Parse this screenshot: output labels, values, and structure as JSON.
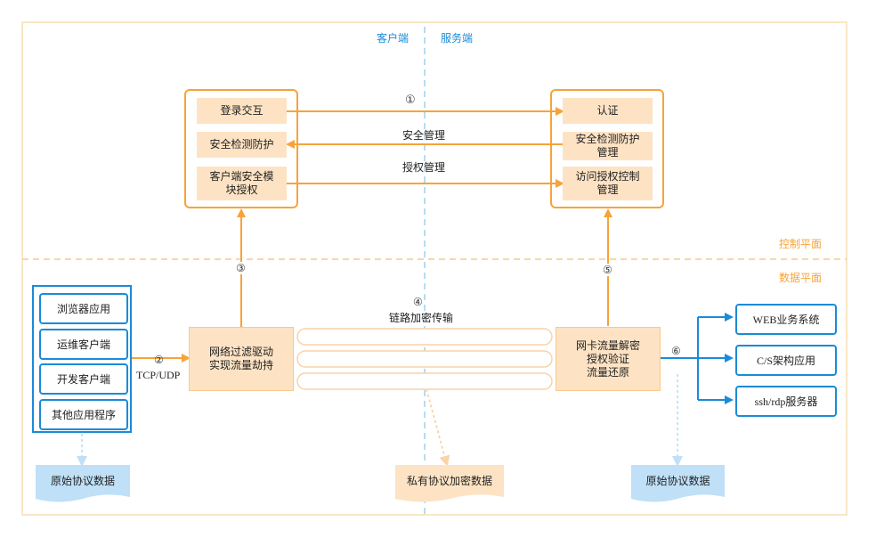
{
  "headers": {
    "client": "客户端",
    "server": "服务端"
  },
  "planes": {
    "control": "控制平面",
    "data": "数据平面"
  },
  "client_ctrl": [
    "登录交互",
    "安全检测防护",
    "客户端安全模块授权"
  ],
  "client_ctrl_display": {
    "c3": "客户端安全模\n块授权"
  },
  "server_ctrl": [
    "认证",
    "安全检测防护管理",
    "访问授权控制管理"
  ],
  "server_ctrl_display": {
    "s2": "安全检测防护\n管理",
    "s3": "访问授权控制\n管理"
  },
  "links": {
    "l1": "①",
    "l2": "安全管理",
    "l3": "授权管理"
  },
  "steps": {
    "s2": "②",
    "s3": "③",
    "s4": "④",
    "s5": "⑤",
    "s6": "⑥"
  },
  "tunnel_label": "链路加密传输",
  "protocol": "TCP/UDP",
  "apps": [
    "浏览器应用",
    "运维客户端",
    "开发客户端",
    "其他应用程序"
  ],
  "driver": "网络过滤驱动实现流量劫持",
  "driver_display": "网络过滤驱动\n实现流量劫持",
  "nic": "网卡流量解密授权验证流量还原",
  "nic_display": "网卡流量解密\n授权验证\n流量还原",
  "services": [
    "WEB业务系统",
    "C/S架构应用",
    "ssh/rdp服务器"
  ],
  "data_docs": {
    "left": "原始协议数据",
    "middle": "私有协议加密数据",
    "right": "原始协议数据"
  },
  "colors": {
    "orange": "#f7a33a",
    "blue": "#1a8bd8",
    "light_orange": "#fde3c4",
    "light_blue": "#bfe0f7"
  }
}
